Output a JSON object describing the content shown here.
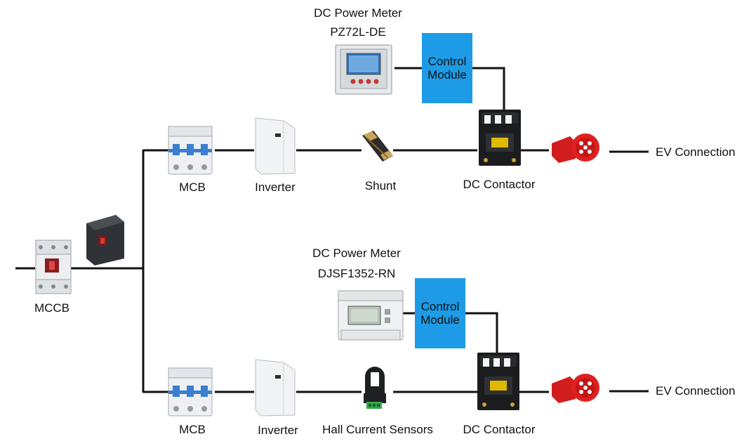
{
  "mccb": {
    "label": "MCCB"
  },
  "top_branch": {
    "meter_title": "DC Power Meter",
    "meter_model": "PZ72L-DE",
    "control_line1": "Control",
    "control_line2": "Module",
    "mcb_label": "MCB",
    "inverter_label": "Inverter",
    "sensor_label": "Shunt",
    "contactor_label": "DC Contactor",
    "ev_label": "EV Connection"
  },
  "bottom_branch": {
    "meter_title": "DC Power Meter",
    "meter_model": "DJSF1352-RN",
    "control_line1": "Control",
    "control_line2": "Module",
    "mcb_label": "MCB",
    "inverter_label": "Inverter",
    "sensor_label": "Hall Current Sensors",
    "contactor_label": "DC Contactor",
    "ev_label": "EV Connection"
  },
  "colors": {
    "control_module": "#1e9be6",
    "plug": "#e02020",
    "mcb_handle": "#3a7fd0",
    "wire": "#111111"
  }
}
